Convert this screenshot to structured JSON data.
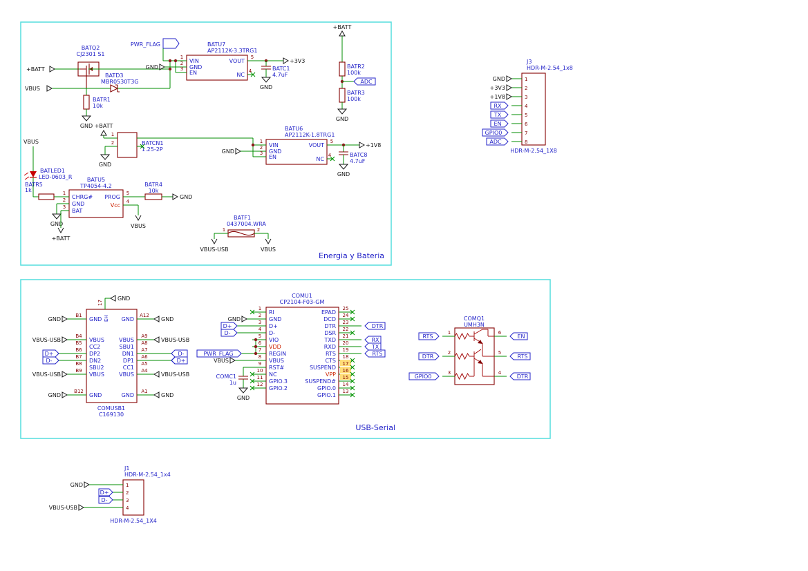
{
  "sections": {
    "energy": {
      "title": "Energia y Bateria"
    },
    "usb": {
      "title": "USB-Serial"
    }
  },
  "nets": {
    "gnd": "GND",
    "vbus": "VBUS",
    "batt": "+BATT",
    "v3v3": "+3V3",
    "v1v8": "+1V8",
    "vbus_usb": "VBUS-USB",
    "adc": "ADC",
    "pwr_flag": "PWR_FLAG",
    "dp": "D+",
    "dm": "D-",
    "rx": "RX",
    "tx": "TX",
    "en": "EN",
    "gpio0": "GPIO0",
    "dtr": "DTR",
    "rts": "RTS"
  },
  "energy": {
    "q2": {
      "ref": "BATQ2",
      "value": "CJ2301 S1"
    },
    "d3": {
      "ref": "BATD3",
      "value": "MBR0530T3G"
    },
    "r1": {
      "ref": "BATR1",
      "value": "10k"
    },
    "u7": {
      "ref": "BATU7",
      "value": "AP2112K-3.3TRG1",
      "pins": {
        "vin": {
          "num": "1",
          "name": "VIN"
        },
        "gnd": {
          "num": "2",
          "name": "GND"
        },
        "en": {
          "num": "3",
          "name": "EN"
        },
        "vout": {
          "num": "5",
          "name": "VOUT"
        },
        "nc": {
          "num": "4",
          "name": "NC"
        }
      }
    },
    "c1": {
      "ref": "BATC1",
      "value": "4.7uF"
    },
    "r2": {
      "ref": "BATR2",
      "value": "100k"
    },
    "r3": {
      "ref": "BATR3",
      "value": "100k"
    },
    "cn1": {
      "ref": "BATCN1",
      "value": "1.25-2P",
      "pins": {
        "p1": "1",
        "p2": "2"
      }
    },
    "u6": {
      "ref": "BATU6",
      "value": "AP2112K-1.8TRG1",
      "pins": {
        "vin": {
          "num": "1",
          "name": "VIN"
        },
        "gnd": {
          "num": "2",
          "name": "GND"
        },
        "en": {
          "num": "3",
          "name": "EN"
        },
        "vout": {
          "num": "5",
          "name": "VOUT"
        },
        "nc": {
          "num": "4",
          "name": "NC"
        }
      }
    },
    "c8": {
      "ref": "BATC8",
      "value": "4.7uF"
    },
    "led1": {
      "ref": "BATLED1",
      "value": "LED-0603_R"
    },
    "r5": {
      "ref": "BATR5",
      "value": "1k"
    },
    "u5": {
      "ref": "BATU5",
      "value": "TP4054-4.2",
      "pins": {
        "chrg": {
          "num": "1",
          "name": "CHRG#"
        },
        "gnd": {
          "num": "2",
          "name": "GND"
        },
        "bat": {
          "num": "3",
          "name": "BAT"
        },
        "prog": {
          "num": "5",
          "name": "PROG"
        },
        "vcc": {
          "num": "4",
          "name": "Vcc"
        }
      }
    },
    "r4": {
      "ref": "BATR4",
      "value": "10k"
    },
    "f1": {
      "ref": "BATF1",
      "value": "0437004.WRA",
      "pins": {
        "p1": "1",
        "p2": "2"
      }
    }
  },
  "usb": {
    "usb1": {
      "ref": "COMUSB1",
      "value": "C169130",
      "shell": {
        "num": "17",
        "name": "EH"
      },
      "left": [
        {
          "num": "B1",
          "name": "GND"
        },
        {
          "num": "B4",
          "name": "VBUS"
        },
        {
          "num": "B5",
          "name": "CC2"
        },
        {
          "num": "B6",
          "name": "DP2"
        },
        {
          "num": "B7",
          "name": "DN2"
        },
        {
          "num": "B8",
          "name": "SBU2"
        },
        {
          "num": "B9",
          "name": "VBUS"
        },
        {
          "num": "B12",
          "name": "GND"
        }
      ],
      "right": [
        {
          "num": "A12",
          "name": "GND"
        },
        {
          "num": "A9",
          "name": "VBUS"
        },
        {
          "num": "A8",
          "name": "SBU1"
        },
        {
          "num": "A7",
          "name": "DN1"
        },
        {
          "num": "A6",
          "name": "DP1"
        },
        {
          "num": "A5",
          "name": "CC1"
        },
        {
          "num": "A4",
          "name": "VBUS"
        },
        {
          "num": "A1",
          "name": "GND"
        }
      ]
    },
    "u1": {
      "ref": "COMU1",
      "value": "CP2104-F03-GM",
      "left": [
        {
          "num": "1",
          "name": "RI"
        },
        {
          "num": "2",
          "name": "GND"
        },
        {
          "num": "3",
          "name": "D+"
        },
        {
          "num": "4",
          "name": "D-"
        },
        {
          "num": "5",
          "name": "VIO"
        },
        {
          "num": "6",
          "name": "VDD"
        },
        {
          "num": "7",
          "name": "REGIN"
        },
        {
          "num": "8",
          "name": "VBUS"
        },
        {
          "num": "9",
          "name": "RST#"
        },
        {
          "num": "10",
          "name": "NC"
        },
        {
          "num": "11",
          "name": "GPIO.3"
        },
        {
          "num": "12",
          "name": "GPIO.2"
        }
      ],
      "right": [
        {
          "num": "25",
          "name": "EPAD"
        },
        {
          "num": "24",
          "name": "DCD"
        },
        {
          "num": "23",
          "name": "DTR"
        },
        {
          "num": "22",
          "name": "DSR"
        },
        {
          "num": "21",
          "name": "TXD"
        },
        {
          "num": "20",
          "name": "RXD"
        },
        {
          "num": "19",
          "name": "RTS"
        },
        {
          "num": "18",
          "name": "CTS"
        },
        {
          "num": "17",
          "name": "SUSPEND"
        },
        {
          "num": "16",
          "name": "VPP"
        },
        {
          "num": "15",
          "name": "SUSPEND#"
        },
        {
          "num": "14",
          "name": "GPIO.0"
        },
        {
          "num": "13",
          "name": "GPIO.1"
        }
      ]
    },
    "c1": {
      "ref": "COMC1",
      "value": "1u"
    },
    "q1": {
      "ref": "COMQ1",
      "value": "UMH3N",
      "pins": {
        "p1": "1",
        "p2": "2",
        "p3": "3",
        "p4": "4",
        "p5": "5",
        "p6": "6"
      }
    }
  },
  "j1": {
    "ref": "J1",
    "value": "HDR-M-2.54_1x4",
    "footprint": "HDR-M-2.54_1X4",
    "pins": [
      "1",
      "2",
      "3",
      "4"
    ]
  },
  "j3": {
    "ref": "J3",
    "value": "HDR-M-2.54_1x8",
    "footprint": "HDR-M-2.54_1X8",
    "pins": [
      "1",
      "2",
      "3",
      "4",
      "5",
      "6",
      "7",
      "8"
    ]
  }
}
